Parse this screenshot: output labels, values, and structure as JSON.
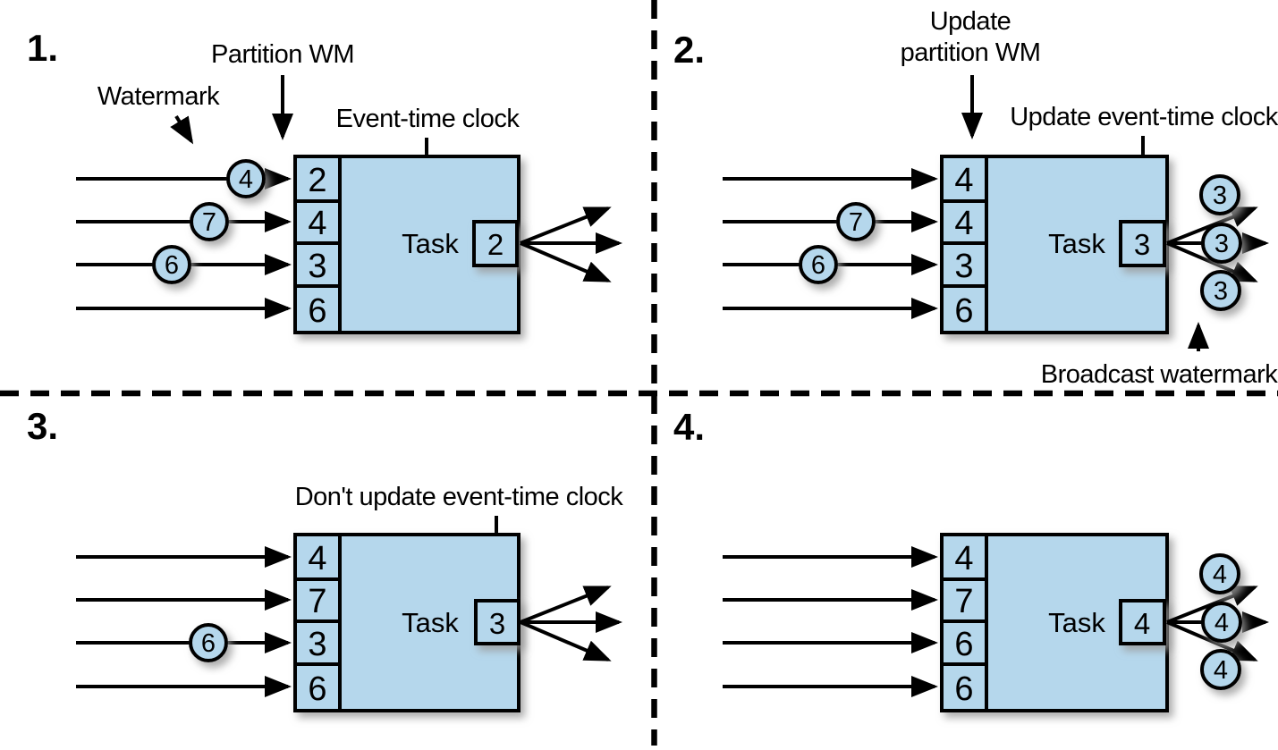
{
  "colors": {
    "blue": "#b5d7ec",
    "ink": "#000000",
    "shadow": "#999999"
  },
  "panels": [
    {
      "number": "1.",
      "watermark_label": "Watermark",
      "partition_wm_label": "Partition WM",
      "event_time_clock_label": "Event-time clock",
      "task_label": "Task",
      "partition_cells": [
        "2",
        "4",
        "3",
        "6"
      ],
      "input_circles": [
        "4",
        "7",
        "6"
      ],
      "clock_value": "2"
    },
    {
      "number": "2.",
      "update_partition_wm_line1": "Update",
      "update_partition_wm_line2": "partition WM",
      "update_event_time_clock_label": "Update event-time clock",
      "broadcast_watermark_label": "Broadcast watermark",
      "task_label": "Task",
      "partition_cells": [
        "4",
        "4",
        "3",
        "6"
      ],
      "input_circles": [
        "7",
        "6"
      ],
      "clock_value": "3",
      "output_circles": [
        "3",
        "3",
        "3"
      ]
    },
    {
      "number": "3.",
      "dont_update_label": "Don't update event-time clock",
      "task_label": "Task",
      "partition_cells": [
        "4",
        "7",
        "3",
        "6"
      ],
      "input_circles": [
        "6"
      ],
      "clock_value": "3"
    },
    {
      "number": "4.",
      "task_label": "Task",
      "partition_cells": [
        "4",
        "7",
        "6",
        "6"
      ],
      "clock_value": "4",
      "output_circles": [
        "4",
        "4",
        "4"
      ]
    }
  ]
}
